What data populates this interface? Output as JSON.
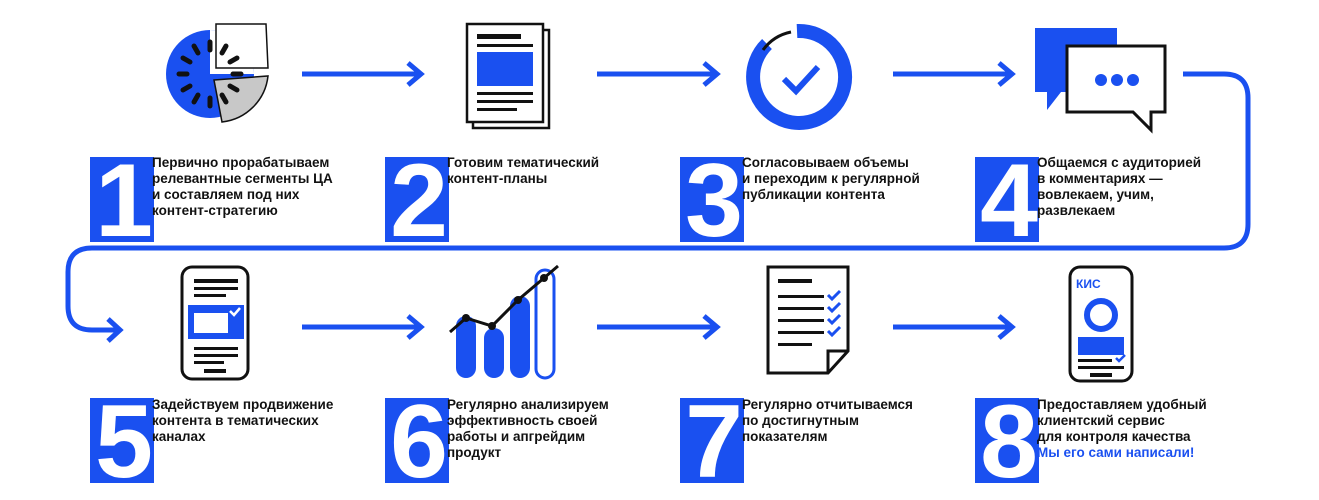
{
  "colors": {
    "accent": "#1a50f0",
    "text": "#111111",
    "gray": "#c8c8c8"
  },
  "steps": [
    {
      "number": "1",
      "icon": "pie-chart-icon",
      "lines": [
        "Первично прорабатываем",
        "релевантные сегменты ЦА",
        "и составляем под них",
        "контент-стратегию"
      ]
    },
    {
      "number": "2",
      "icon": "document-icon",
      "lines": [
        "Готовим тематический",
        "контент-планы"
      ]
    },
    {
      "number": "3",
      "icon": "check-circle-icon",
      "lines": [
        "Согласовываем объемы",
        "и переходим к регулярной",
        "публикации контента"
      ]
    },
    {
      "number": "4",
      "icon": "chat-bubbles-icon",
      "lines": [
        "Общаемся с аудиторией",
        "в комментариях —",
        "вовлекаем, учим,",
        "развлекаем"
      ]
    },
    {
      "number": "5",
      "icon": "phone-feed-icon",
      "lines": [
        "Задействуем продвижение",
        "контента в тематических",
        "каналах"
      ]
    },
    {
      "number": "6",
      "icon": "growth-chart-icon",
      "lines": [
        "Регулярно анализируем",
        "эффективность своей",
        "работы и апгрейдим",
        "продукт"
      ]
    },
    {
      "number": "7",
      "icon": "checklist-icon",
      "lines": [
        "Регулярно отчитываемся",
        "по достигнутным",
        "показателям"
      ]
    },
    {
      "number": "8",
      "icon": "kis-app-icon",
      "lines": [
        "Предоставляем удобный",
        "клиентский сервис",
        "для контроля качества"
      ],
      "accent_line": "Мы его сами написали!",
      "app_label": "КИС"
    }
  ]
}
